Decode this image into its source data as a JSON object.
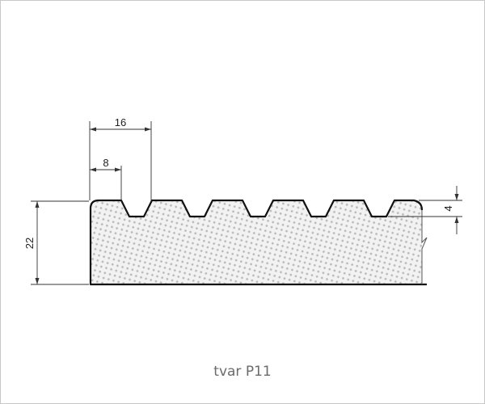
{
  "dimensions": {
    "pitch": "16",
    "tooth_width": "8",
    "profile_height": "22",
    "groove_depth": "4"
  },
  "caption": "tvar P11",
  "colors": {
    "outline": "#111111",
    "fill": "#f2f2f2",
    "dots": "#b9b9b9",
    "dimension_lines": "#333333",
    "caption": "#6b6b6b",
    "frame": "#c8c8c8"
  }
}
